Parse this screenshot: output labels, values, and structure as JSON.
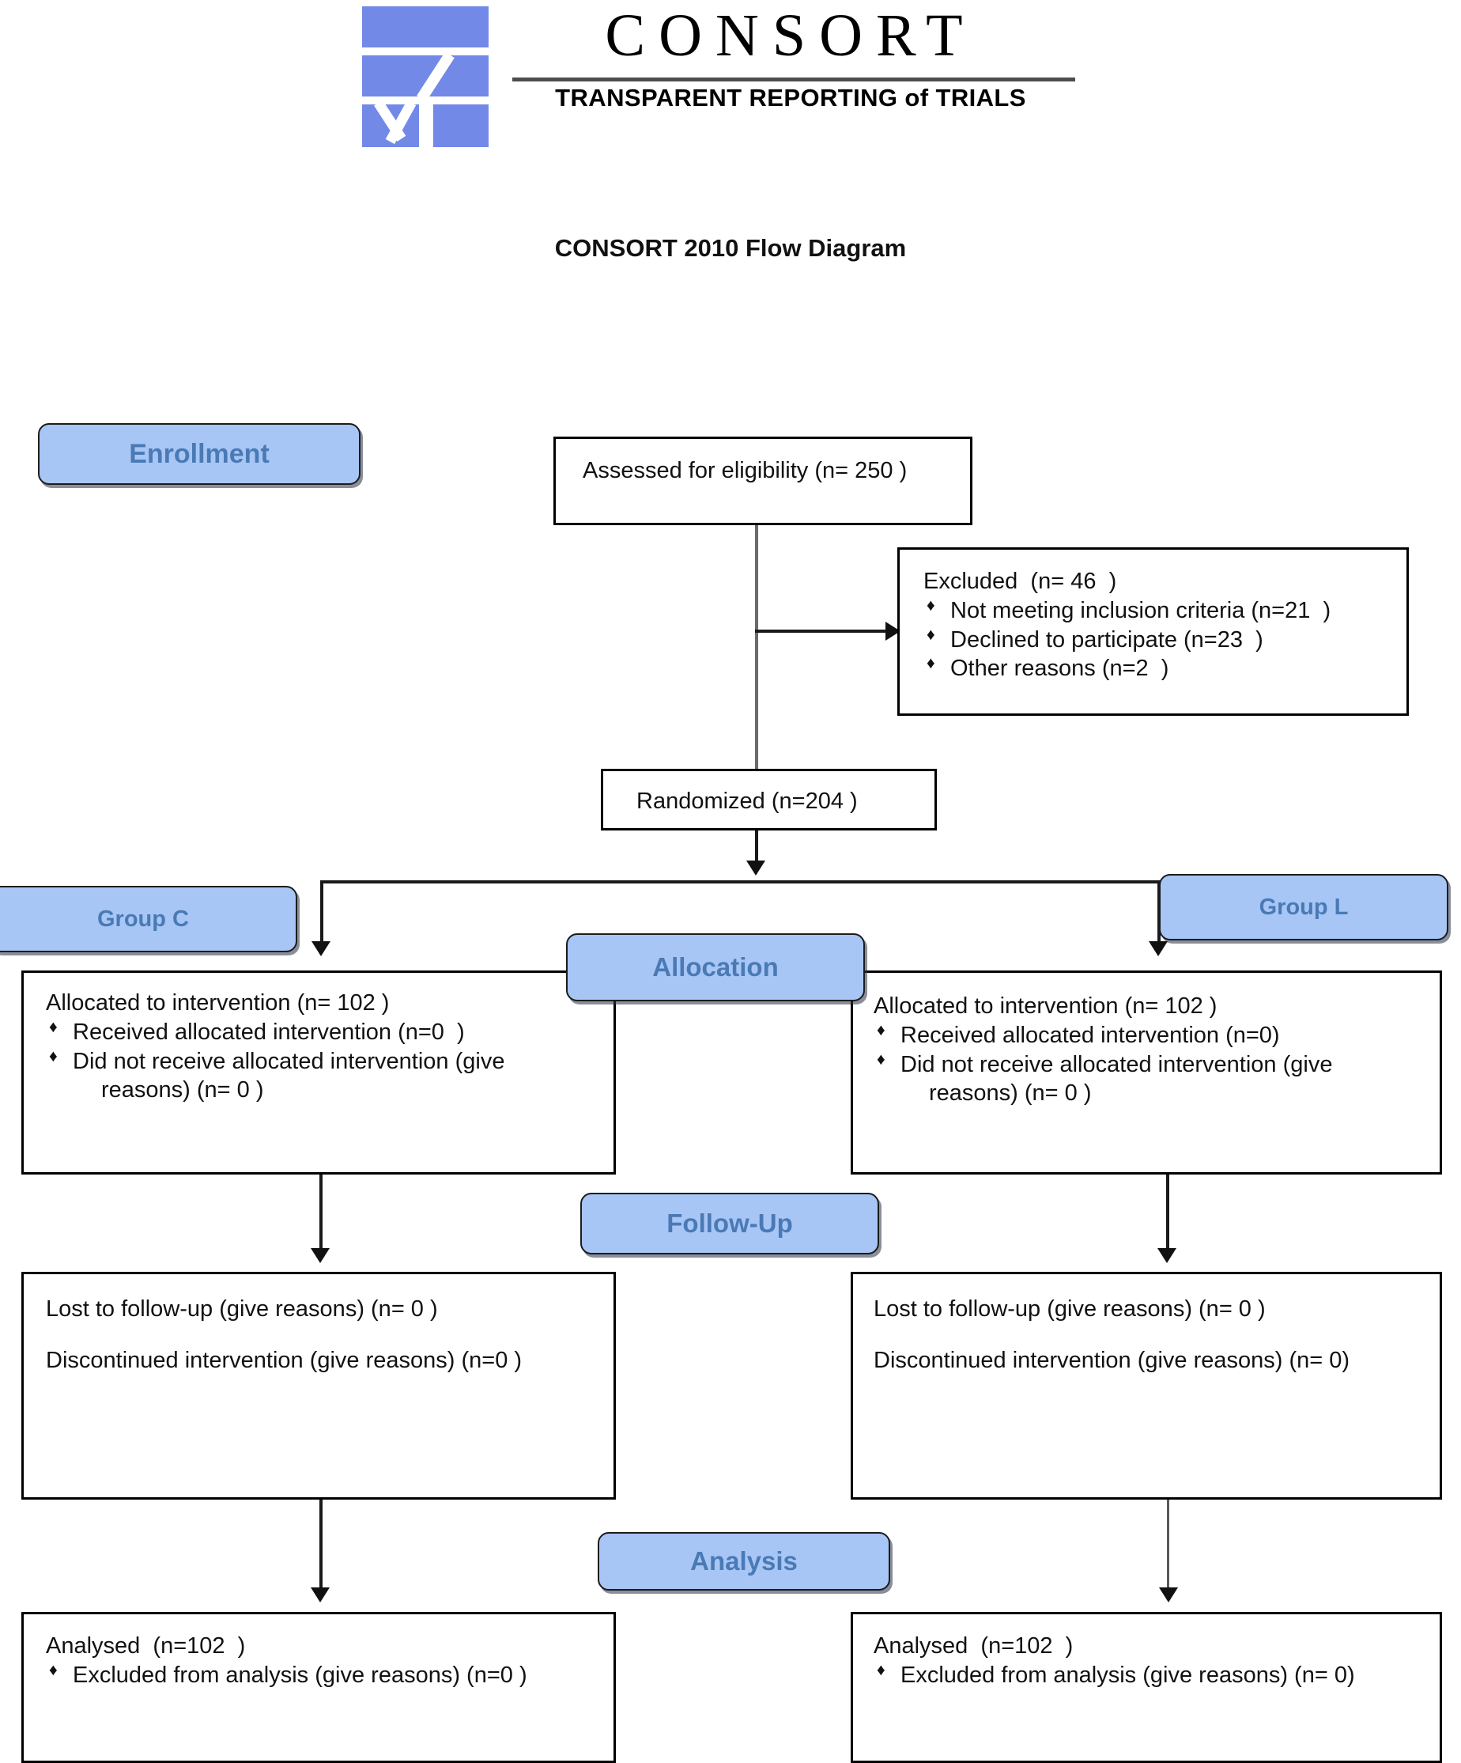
{
  "logo": {
    "wordmark": "CONSORT",
    "tagline": "TRANSPARENT REPORTING of TRIALS"
  },
  "title": "CONSORT 2010 Flow Diagram",
  "stages": {
    "enrollment": "Enrollment",
    "allocation": "Allocation",
    "followup": "Follow-Up",
    "analysis": "Analysis"
  },
  "groups": {
    "left": "Group C",
    "right": "Group L"
  },
  "colors": {
    "pill_fill": "#a8c6f5",
    "pill_text": "#4a7ab5",
    "logo_blue": "#7289e8",
    "box_border": "#000000"
  },
  "enrollment": {
    "assessed": "Assessed for eligibility (n= 250 )",
    "excluded_lead": "Excluded  (n= 46  )",
    "excluded_reasons": [
      "Not meeting inclusion criteria (n=21  )",
      "Declined to participate (n=23  )",
      "Other reasons (n=2  )"
    ],
    "randomized": "Randomized (n=204 )"
  },
  "allocation": {
    "left": {
      "lead": "Allocated to intervention (n= 102 )",
      "received": "Received allocated intervention (n=0  )",
      "not_received": "Did not receive allocated intervention (give",
      "not_received_cont": "reasons) (n= 0 )"
    },
    "right": {
      "lead": "Allocated to intervention (n= 102 )",
      "received": "Received allocated intervention (n=0)",
      "not_received": "Did not receive allocated intervention (give",
      "not_received_cont": "reasons) (n= 0 )"
    }
  },
  "followup": {
    "left": {
      "lost": "Lost to follow-up (give reasons) (n= 0 )",
      "discontinued": "Discontinued intervention (give reasons) (n=0 )"
    },
    "right": {
      "lost": "Lost to follow-up (give reasons) (n= 0 )",
      "discontinued": "Discontinued intervention (give reasons) (n= 0)"
    }
  },
  "analysis": {
    "left": {
      "lead": "Analysed  (n=102  )",
      "excluded": "Excluded from analysis (give reasons) (n=0 )"
    },
    "right": {
      "lead": "Analysed  (n=102  )",
      "excluded": "Excluded from analysis (give reasons) (n= 0)"
    }
  }
}
